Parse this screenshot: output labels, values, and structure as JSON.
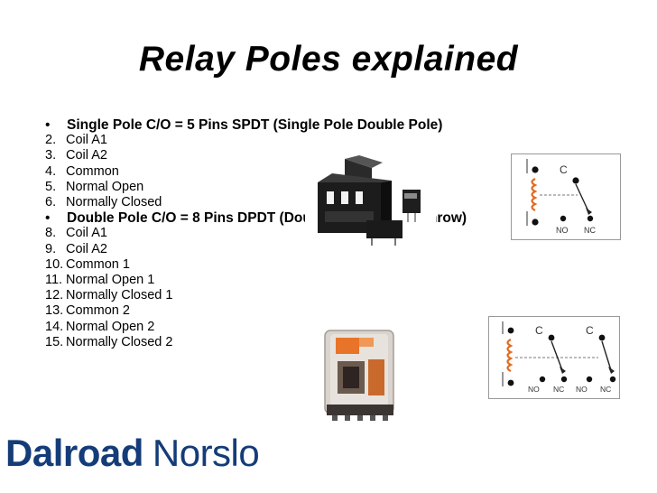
{
  "slide": {
    "title": "Relay Poles explained",
    "items": [
      {
        "marker": "•",
        "text": "Single Pole C/O = 5 Pins SPDT (Single Pole Double Pole)",
        "bold": true
      },
      {
        "marker": "2.",
        "text": "Coil A1"
      },
      {
        "marker": "3.",
        "text": "Coil A2"
      },
      {
        "marker": "4.",
        "text": "Common"
      },
      {
        "marker": "5.",
        "text": "Normal Open"
      },
      {
        "marker": "6.",
        "text": "Normally Closed"
      },
      {
        "marker": "•",
        "text": "Double Pole C/O = 8 Pins DPDT (Double Pole Double Throw)",
        "bold": true
      },
      {
        "marker": "8.",
        "text": "Coil A1"
      },
      {
        "marker": "9.",
        "text": "Coil A2"
      },
      {
        "marker": "10.",
        "text": "Common 1"
      },
      {
        "marker": "11.",
        "text": "Normal Open 1"
      },
      {
        "marker": "12.",
        "text": "Normally Closed 1"
      },
      {
        "marker": "13.",
        "text": "Common 2"
      },
      {
        "marker": "14.",
        "text": "Normal Open 2"
      },
      {
        "marker": "15.",
        "text": "Normally Closed 2"
      }
    ]
  },
  "diagram_spdt": {
    "c": "C",
    "no": "NO",
    "nc": "NC"
  },
  "diagram_dpdt": {
    "c1": "C",
    "c2": "C",
    "no1": "NO",
    "nc1": "NC",
    "no2": "NO",
    "nc2": "NC"
  },
  "logo": {
    "bold": "Dalroad",
    "regular": "Norslo"
  },
  "colors": {
    "logo": "#143c78",
    "relay_orange": "#e8742a"
  }
}
